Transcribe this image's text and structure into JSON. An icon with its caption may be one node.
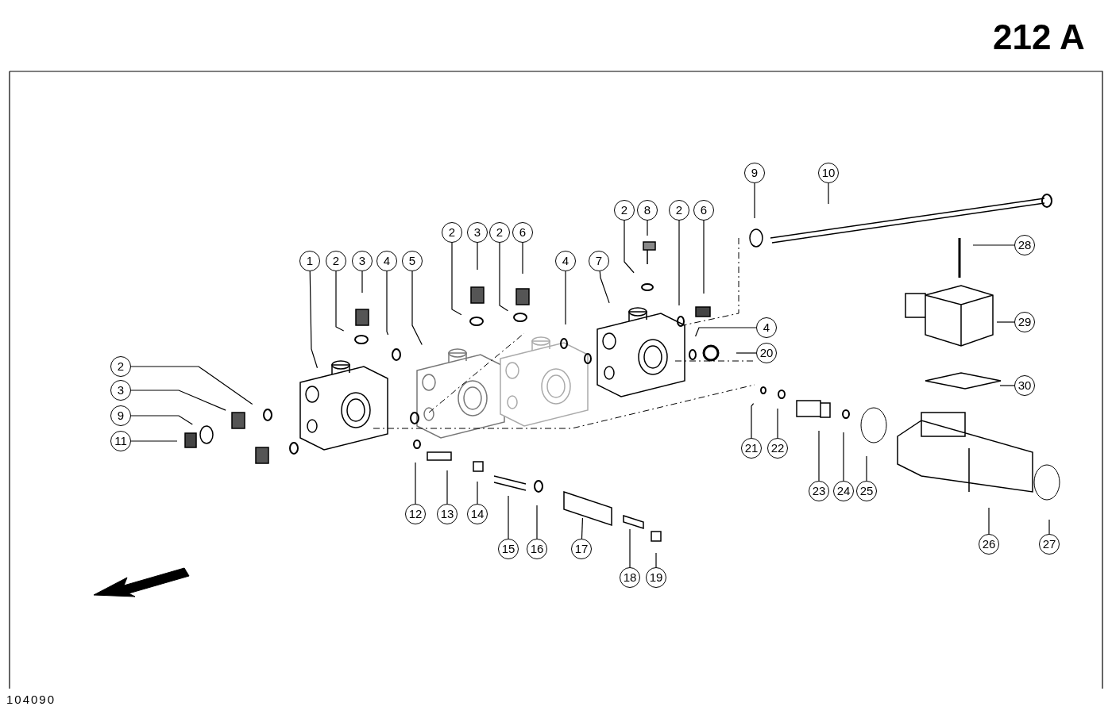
{
  "diagram": {
    "nodes": [
      {
        "text": [
          "9"
        ]
      },
      {
        "text": [
          "10"
        ]
      },
      {
        "text": [
          "2"
        ]
      },
      {
        "text": [
          "8"
        ]
      },
      {
        "text": [
          "2"
        ]
      },
      {
        "text": [
          "6"
        ]
      },
      {
        "text": [
          "2"
        ]
      },
      {
        "text": [
          "3"
        ]
      },
      {
        "text": [
          "2"
        ]
      },
      {
        "text": [
          "6"
        ]
      },
      {
        "text": [
          "28"
        ]
      },
      {
        "text": [
          "1"
        ]
      },
      {
        "text": [
          "2"
        ]
      },
      {
        "text": [
          "3"
        ]
      },
      {
        "text": [
          "4"
        ]
      },
      {
        "text": [
          "5"
        ]
      },
      {
        "text": [
          "4"
        ]
      },
      {
        "text": [
          "7"
        ]
      },
      {
        "text": [
          "29"
        ]
      },
      {
        "text": [
          "4"
        ]
      },
      {
        "text": [
          "20"
        ]
      },
      {
        "text": [
          "2"
        ]
      },
      {
        "text": [
          "30"
        ]
      },
      {
        "text": [
          "3"
        ]
      },
      {
        "text": [
          "9"
        ]
      },
      {
        "text": [
          "11"
        ]
      },
      {
        "text": [
          "21"
        ]
      },
      {
        "text": [
          "22"
        ]
      },
      {
        "text": [
          "23"
        ]
      },
      {
        "text": [
          "24"
        ]
      },
      {
        "text": [
          "25"
        ]
      },
      {
        "text": [
          "12"
        ]
      },
      {
        "text": [
          "13"
        ]
      },
      {
        "text": [
          "14"
        ]
      },
      {
        "text": [
          "26"
        ]
      },
      {
        "text": [
          "27"
        ]
      },
      {
        "text": [
          "15"
        ]
      },
      {
        "text": [
          "16"
        ]
      },
      {
        "text": [
          "17"
        ]
      },
      {
        "text": [
          "18"
        ]
      },
      {
        "text": [
          "19"
        ]
      }
    ],
    "edges": [
      {
        "from": 0,
        "to": null,
        "arrow": "none"
      },
      {
        "from": 1,
        "to": null,
        "arrow": "none"
      },
      {
        "from": 2,
        "to": null,
        "arrow": "none"
      },
      {
        "from": 3,
        "to": null,
        "arrow": "none"
      },
      {
        "from": 4,
        "to": null,
        "arrow": "none"
      },
      {
        "from": 5,
        "to": null,
        "arrow": "none"
      },
      {
        "from": 6,
        "to": null,
        "arrow": "none"
      },
      {
        "from": 7,
        "to": null,
        "arrow": "none"
      },
      {
        "from": 8,
        "to": null,
        "arrow": "none"
      },
      {
        "from": 9,
        "to": null,
        "arrow": "none"
      },
      {
        "from": 10,
        "to": null,
        "arrow": "none"
      },
      {
        "from": 11,
        "to": null,
        "arrow": "none"
      },
      {
        "from": 12,
        "to": null,
        "arrow": "none"
      },
      {
        "from": 13,
        "to": null,
        "arrow": "none"
      },
      {
        "from": 14,
        "to": null,
        "arrow": "none"
      },
      {
        "from": 15,
        "to": null,
        "arrow": "none"
      },
      {
        "from": 16,
        "to": null,
        "arrow": "none"
      },
      {
        "from": 17,
        "to": null,
        "arrow": "none"
      },
      {
        "from": 18,
        "to": null,
        "arrow": "none"
      },
      {
        "from": 19,
        "to": null,
        "arrow": "none"
      },
      {
        "from": 20,
        "to": null,
        "arrow": "none"
      },
      {
        "from": 21,
        "to": null,
        "arrow": "none"
      },
      {
        "from": 22,
        "to": null,
        "arrow": "none"
      },
      {
        "from": 23,
        "to": null,
        "arrow": "none"
      },
      {
        "from": 24,
        "to": null,
        "arrow": "none"
      },
      {
        "from": 25,
        "to": null,
        "arrow": "none"
      },
      {
        "from": 26,
        "to": null,
        "arrow": "none"
      },
      {
        "from": 27,
        "to": null,
        "arrow": "none"
      },
      {
        "from": 28,
        "to": null,
        "arrow": "none"
      },
      {
        "from": 29,
        "to": null,
        "arrow": "none"
      },
      {
        "from": 30,
        "to": null,
        "arrow": "none"
      },
      {
        "from": 31,
        "to": null,
        "arrow": "none"
      },
      {
        "from": 32,
        "to": null,
        "arrow": "none"
      },
      {
        "from": 33,
        "to": null,
        "arrow": "none"
      },
      {
        "from": 34,
        "to": null,
        "arrow": "none"
      },
      {
        "from": 35,
        "to": null,
        "arrow": "none"
      },
      {
        "from": 36,
        "to": null,
        "arrow": "none"
      },
      {
        "from": 37,
        "to": null,
        "arrow": "none"
      },
      {
        "from": 38,
        "to": null,
        "arrow": "none"
      },
      {
        "from": 39,
        "to": null,
        "arrow": "none"
      },
      {
        "from": 40,
        "to": null,
        "arrow": "none"
      }
    ],
    "labels": [
      "212 A",
      "104090"
    ]
  }
}
